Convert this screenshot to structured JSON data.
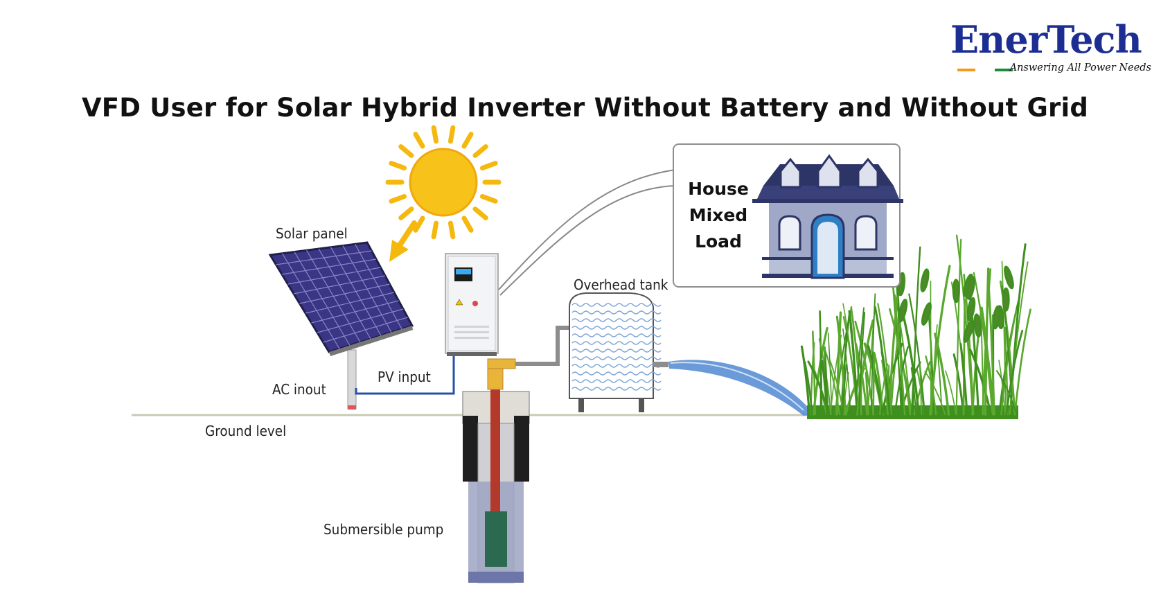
{
  "title": "VFD User for Solar Hybrid Inverter Without Battery and Without Grid",
  "logo": {
    "name": "EnerTech",
    "tagline": "Answering All Power Needs"
  },
  "labels": {
    "solar_panel": "Solar panel",
    "overhead_tank": "Overhead tank",
    "ac_input": "AC inout",
    "pv_input": "PV input",
    "ground_level": "Ground level",
    "submersible_pump": "Submersible pump"
  },
  "house": {
    "line1": "House",
    "line2": "Mixed",
    "line3": "Load"
  },
  "colors": {
    "sun": "#f5b80f",
    "panel": "#3a3585",
    "house_roof": "#2d3466",
    "house_wall": "#9fa9c7",
    "water": "#5a8fd4",
    "grass": "#3f8f1f",
    "pipe_yellow": "#e9b43a",
    "brand_blue": "#1d2e93"
  }
}
